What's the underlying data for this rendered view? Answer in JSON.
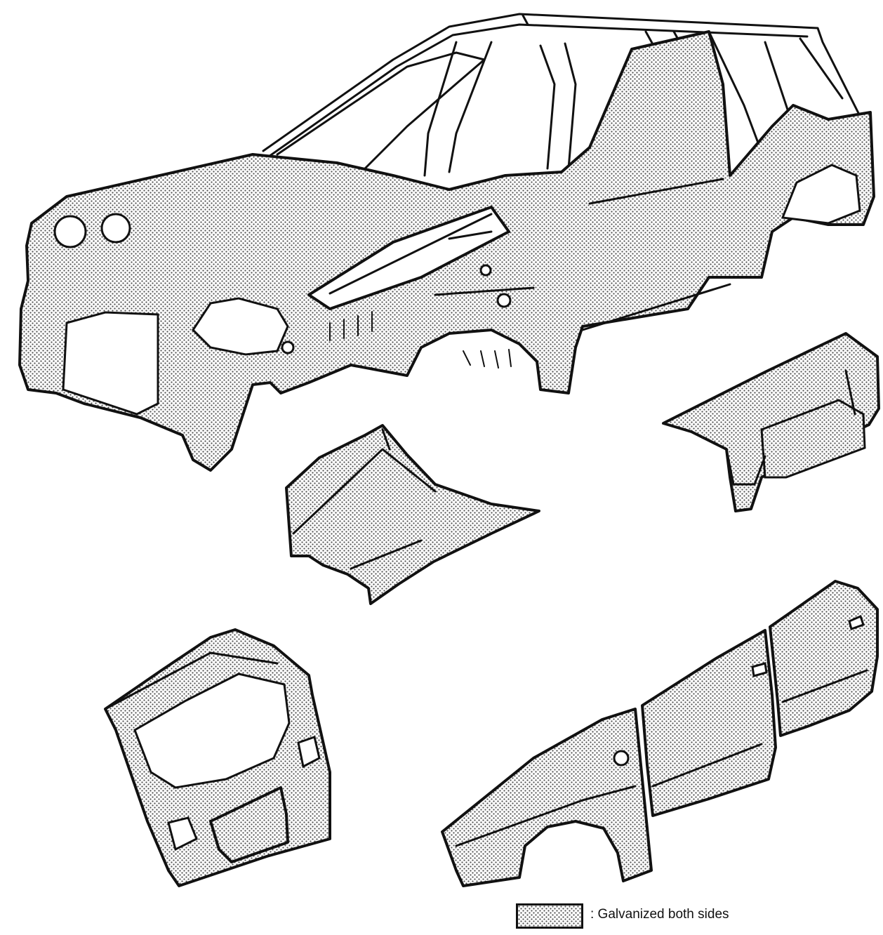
{
  "diagram": {
    "parts": [
      {
        "name": "body-shell"
      },
      {
        "name": "hood"
      },
      {
        "name": "trunk-lid"
      },
      {
        "name": "rear-gate"
      },
      {
        "name": "front-fender"
      },
      {
        "name": "front-door"
      },
      {
        "name": "rear-door"
      }
    ]
  },
  "legend": {
    "label": ": Galvanized both sides"
  },
  "colors": {
    "outline": "#111111",
    "dot": "#555555",
    "background": "#ffffff"
  }
}
